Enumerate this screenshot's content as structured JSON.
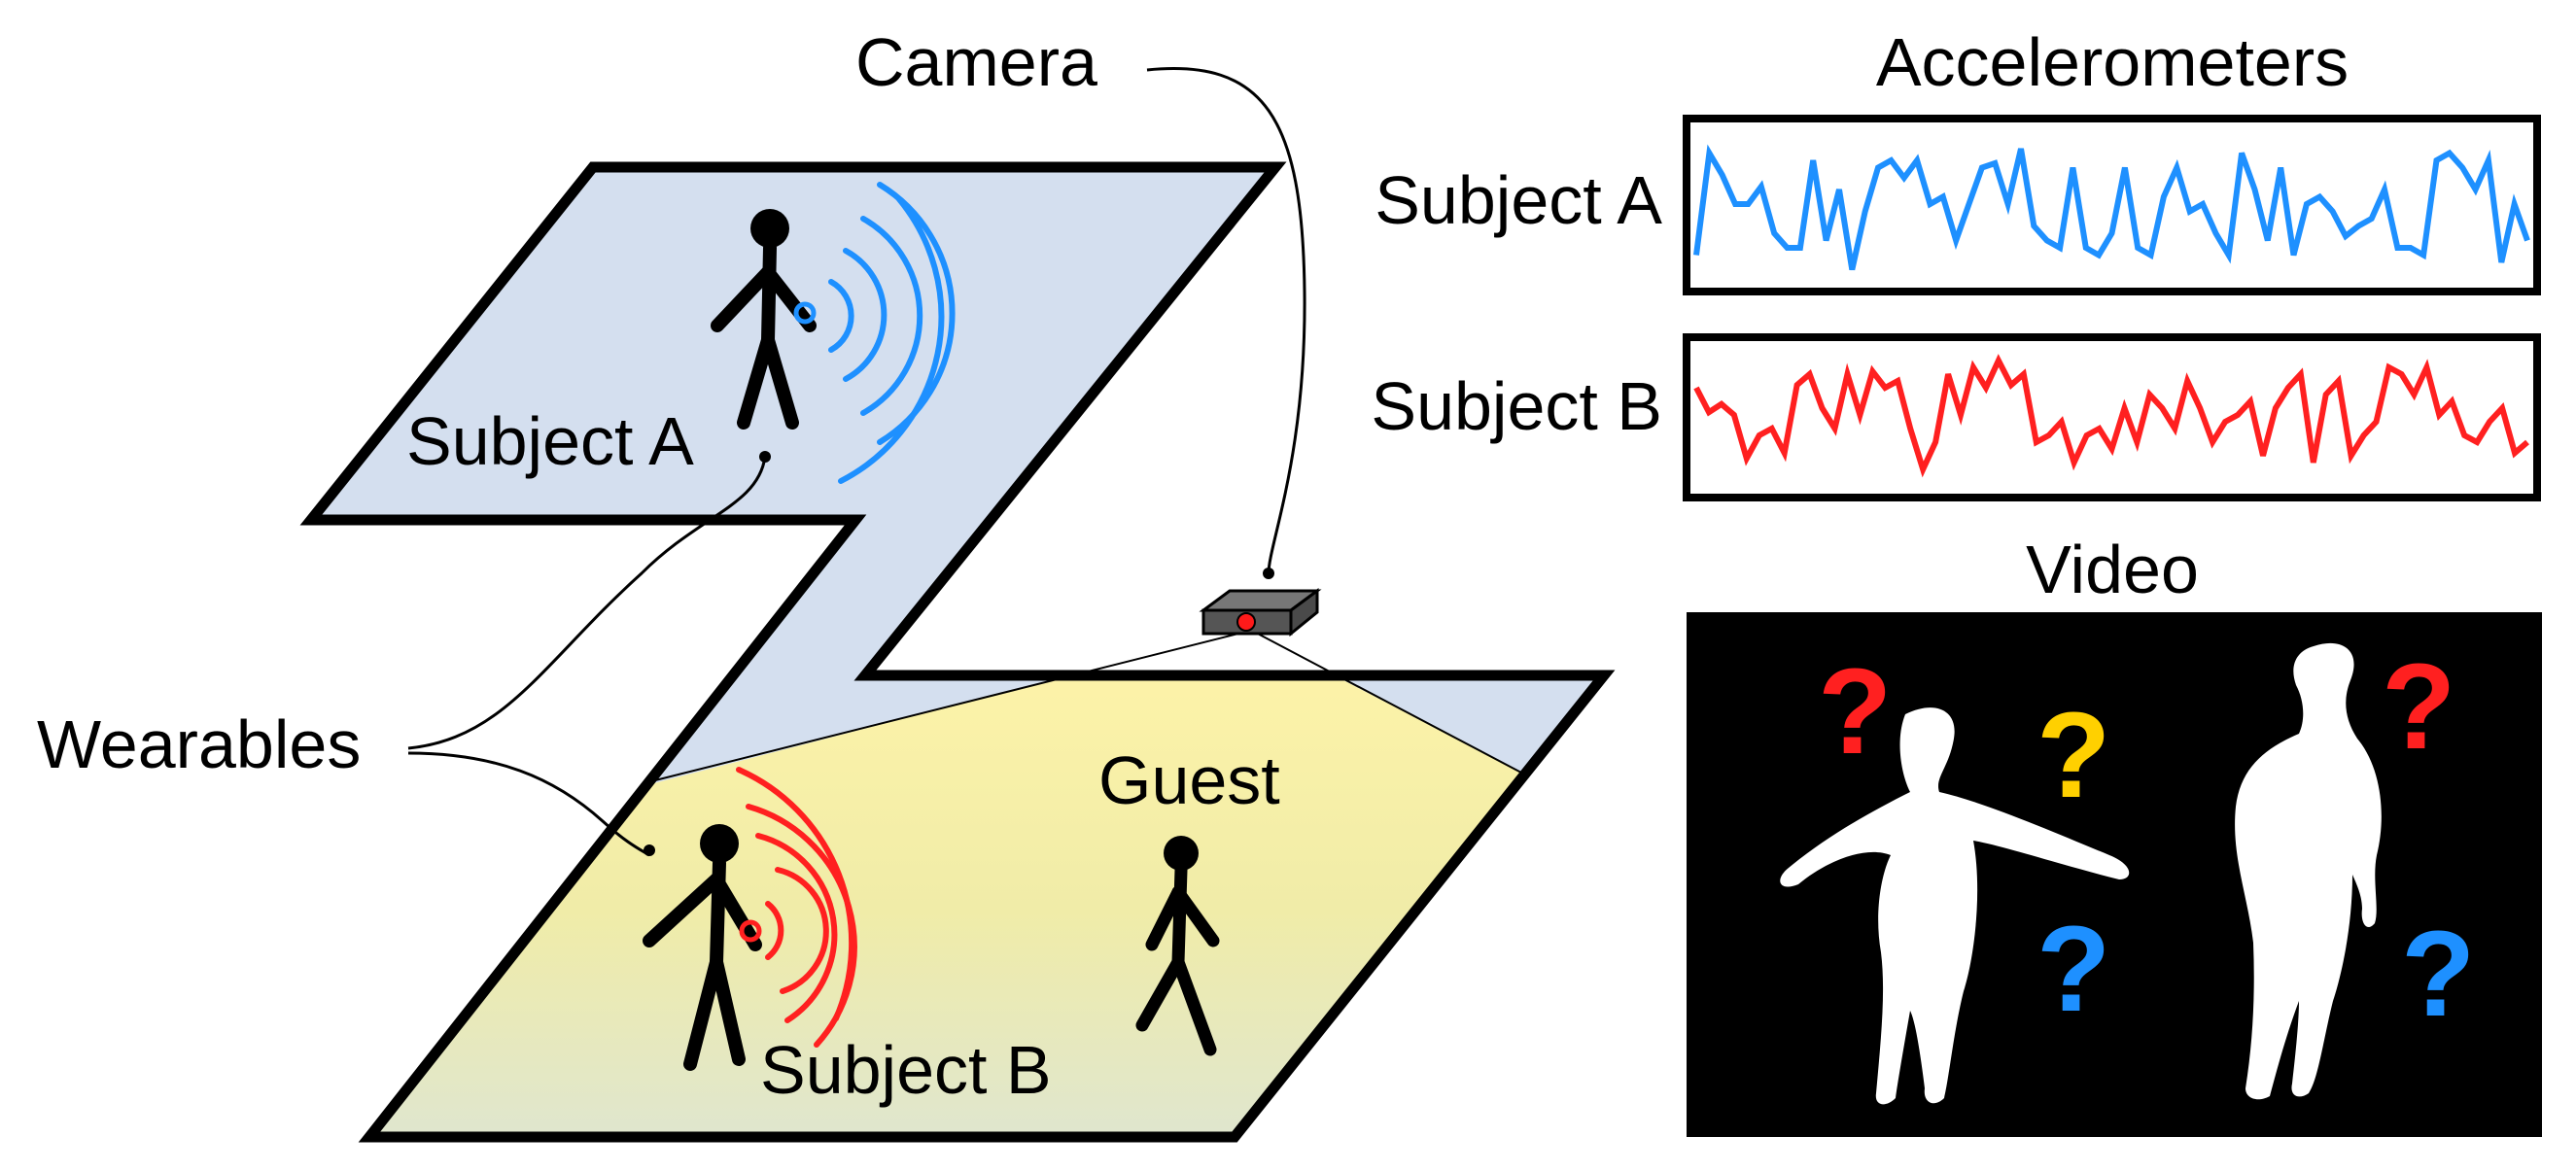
{
  "labels": {
    "camera": "Camera",
    "subject_a": "Subject A",
    "subject_b": "Subject B",
    "wearables": "Wearables",
    "guest": "Guest"
  },
  "panels": {
    "accelerometers_title": "Accelerometers",
    "row_a_label": "Subject A",
    "row_b_label": "Subject B",
    "video_title": "Video"
  },
  "question_mark": "?",
  "colors": {
    "subject_a": "#1e90ff",
    "subject_b": "#ff2020",
    "guest_question": "#ffd000",
    "floor_blue": "#d4dfef",
    "camera_light": "#fff3a0"
  },
  "signals": {
    "subject_a": [
      0.15,
      0.85,
      0.7,
      0.5,
      0.5,
      0.62,
      0.3,
      0.2,
      0.2,
      0.8,
      0.25,
      0.6,
      0.05,
      0.45,
      0.75,
      0.8,
      0.68,
      0.8,
      0.5,
      0.55,
      0.25,
      0.5,
      0.75,
      0.78,
      0.5,
      0.88,
      0.35,
      0.25,
      0.2,
      0.75,
      0.2,
      0.15,
      0.3,
      0.75,
      0.2,
      0.15,
      0.55,
      0.75,
      0.45,
      0.5,
      0.3,
      0.15,
      0.85,
      0.6,
      0.25,
      0.75,
      0.15,
      0.5,
      0.55,
      0.45,
      0.28,
      0.35,
      0.4,
      0.6,
      0.2,
      0.2,
      0.15,
      0.8,
      0.85,
      0.75,
      0.6,
      0.8,
      0.1,
      0.5,
      0.25
    ],
    "subject_b": [
      0.7,
      0.52,
      0.58,
      0.5,
      0.18,
      0.35,
      0.4,
      0.22,
      0.72,
      0.8,
      0.55,
      0.4,
      0.8,
      0.5,
      0.82,
      0.7,
      0.75,
      0.4,
      0.1,
      0.3,
      0.8,
      0.5,
      0.85,
      0.7,
      0.9,
      0.72,
      0.8,
      0.3,
      0.35,
      0.45,
      0.15,
      0.35,
      0.4,
      0.25,
      0.55,
      0.3,
      0.65,
      0.55,
      0.4,
      0.75,
      0.55,
      0.3,
      0.45,
      0.5,
      0.6,
      0.2,
      0.55,
      0.7,
      0.8,
      0.15,
      0.65,
      0.75,
      0.2,
      0.35,
      0.45,
      0.85,
      0.8,
      0.65,
      0.85,
      0.5,
      0.6,
      0.35,
      0.3,
      0.45,
      0.55,
      0.22,
      0.3
    ]
  }
}
